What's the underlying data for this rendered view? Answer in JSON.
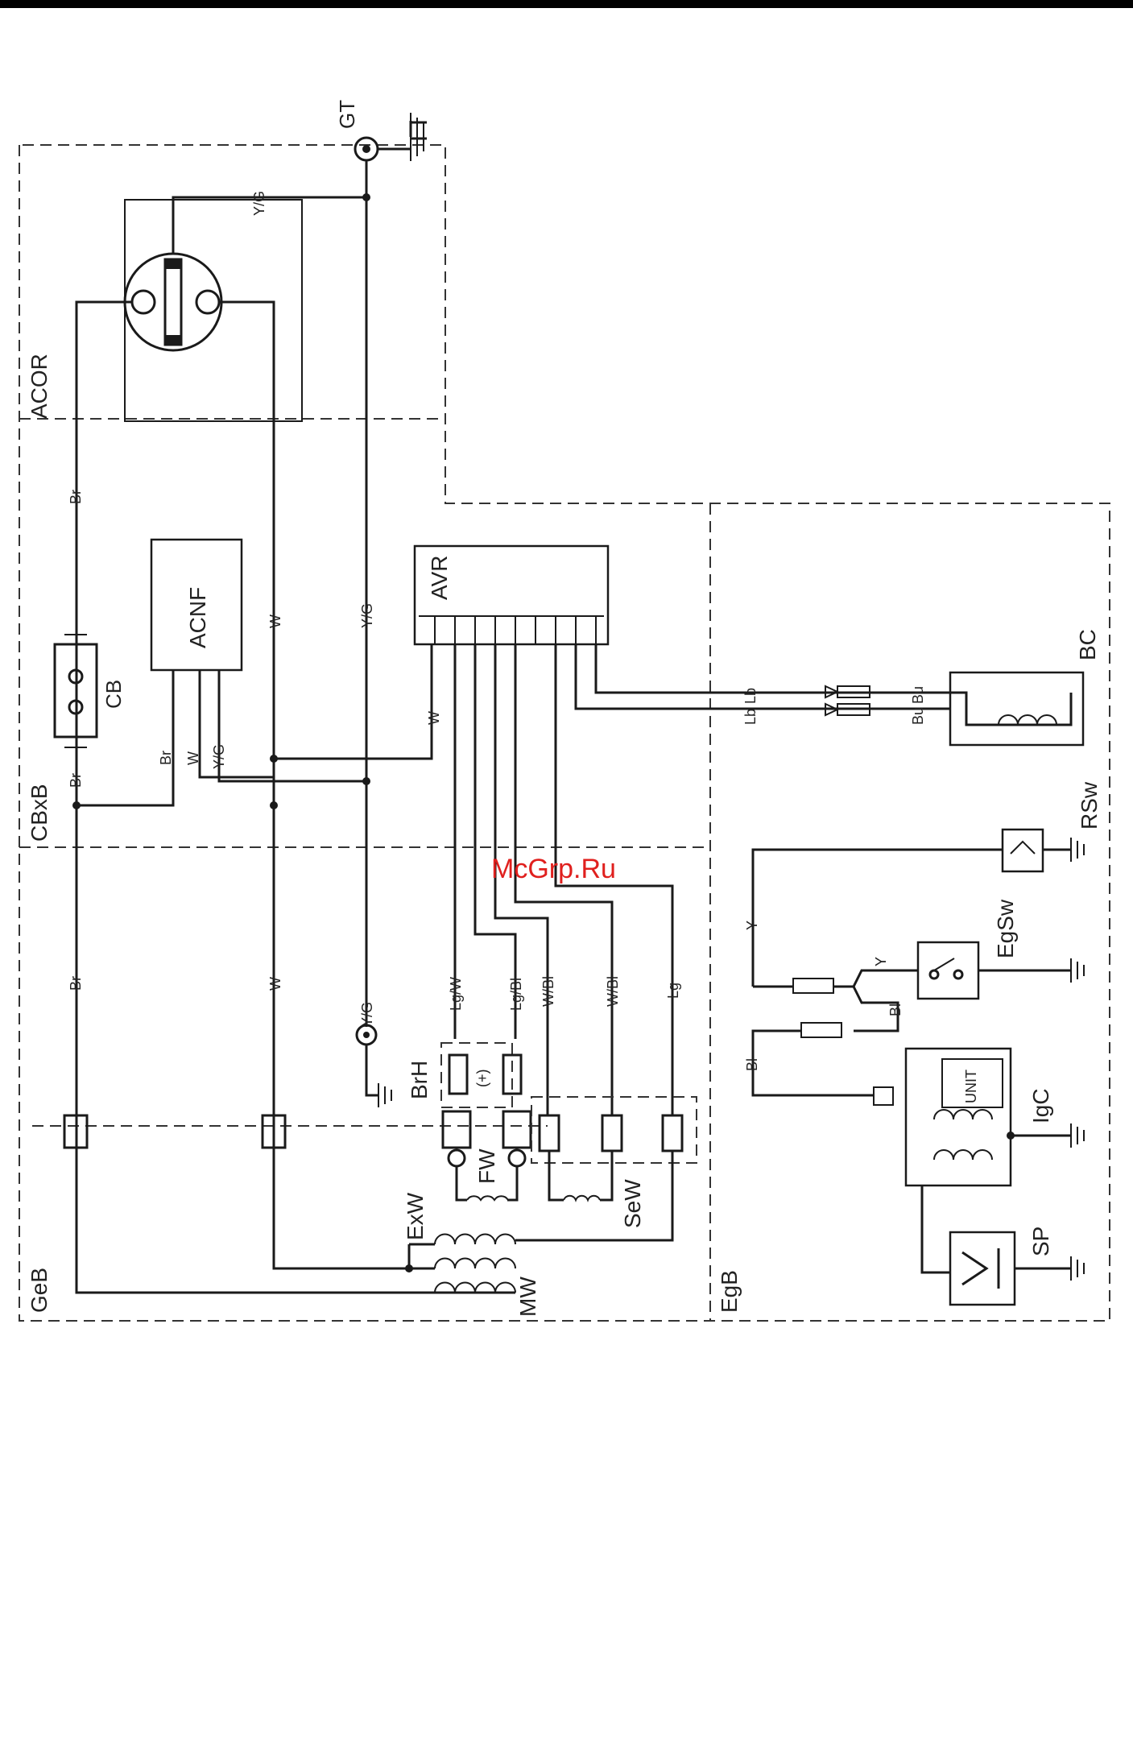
{
  "watermark": "McGrp.Ru",
  "regions": {
    "acor": "ACOR",
    "cbxb": "CBxB",
    "geb": "GeB",
    "egb": "EgB"
  },
  "components": {
    "gt": "GT",
    "cb": "CB",
    "acnf": "ACNF",
    "avr": "AVR",
    "bc": "BC",
    "rsw": "RSw",
    "egsw": "EgSw",
    "igc": "IgC",
    "sp": "SP",
    "brh": "BrH",
    "fw": "FW",
    "sew": "SeW",
    "exw": "ExW",
    "mw": "MW",
    "plus": "(+)",
    "unit": "UNIT"
  },
  "wire_labels": {
    "br": "Br",
    "w": "W",
    "yg": "Y/G",
    "lgw": "Lg/W",
    "lgbl": "Lg/Bl",
    "wbl": "W/Bl",
    "lg": "Lg",
    "lb": "Lb",
    "bu": "Bu",
    "y": "Y",
    "bl": "Bl"
  },
  "colors": {
    "line": "#1a1a1a",
    "watermark": "#e0201e"
  }
}
